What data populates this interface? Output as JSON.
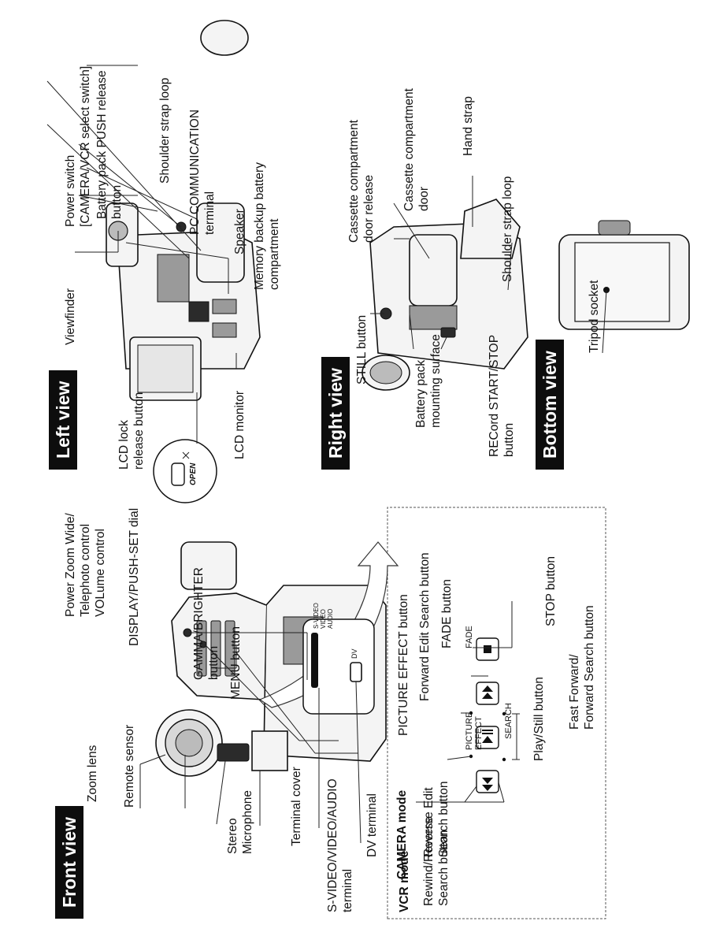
{
  "front_view": {
    "title": "Front view",
    "labels": {
      "zoom_lens": "Zoom lens",
      "remote_sensor": "Remote sensor",
      "stereo_microphone": "Stereo\nMicrophone",
      "terminal_cover": "Terminal cover",
      "av_terminal": "S-VIDEO/VIDEO/AUDIO\nterminal",
      "dv_terminal": "DV terminal",
      "power_zoom": "Power Zoom Wide/\nTelephoto control\nVOLume control",
      "display_dial": "DISPLAY/PUSH-SET dial",
      "gamma_button": "GAMMA/BRIGHTER\nbutton",
      "menu_button": "MENU button"
    },
    "panel_print": {
      "svideo": "S-VIDEO",
      "video": "VIDEO",
      "audio": "AUDIO",
      "dv": "DV"
    }
  },
  "control_panel": {
    "camera_mode": "CAMERA mode",
    "vcr_mode": "VCR mode",
    "labels": {
      "reverse_edit": "Reverse Edit\nSearch button",
      "rewind": "Rewind/Reverse\nSearch button",
      "picture_effect": "PICTURE EFFECT button",
      "play_still": "Play/Still button",
      "forward_edit": "Forward Edit Search button",
      "fast_forward": "Fast Forward/\nForward Search button",
      "fade": "FADE button",
      "stop": "STOP button"
    },
    "button_print": {
      "picture_effect": "PICTURE\nEFFECT",
      "search": "SEARCH",
      "fade": "FADE"
    }
  },
  "left_view": {
    "title": "Left view",
    "labels": {
      "lcd_lock": "LCD lock\nrelease button",
      "lcd_monitor": "LCD monitor",
      "viewfinder": "Viewfinder",
      "power_switch": "Power switch\n[CAMERA/VCR select switch]",
      "battery_release": "Battery pack PUSH release\nbutton",
      "shoulder_loop": "Shoulder strap loop",
      "pc_terminal": "PC COMMUNICATION\nterminal",
      "speaker": "Speaker",
      "memory_battery": "Memory backup battery\ncompartment"
    },
    "lock_print": "OPEN"
  },
  "right_view": {
    "title": "Right view",
    "labels": {
      "still_button": "STILL button",
      "battery_surface": "Battery pack\nmounting surface",
      "record_button": "RECord START/STOP\nbutton",
      "cassette_release": "Cassette compartment\ndoor release",
      "cassette_door": "Cassette compartment\ndoor",
      "hand_strap": "Hand strap",
      "shoulder_loop": "Shoulder strap loop"
    }
  },
  "bottom_view": {
    "title": "Bottom view",
    "labels": {
      "tripod_socket": "Tripod socket"
    }
  }
}
